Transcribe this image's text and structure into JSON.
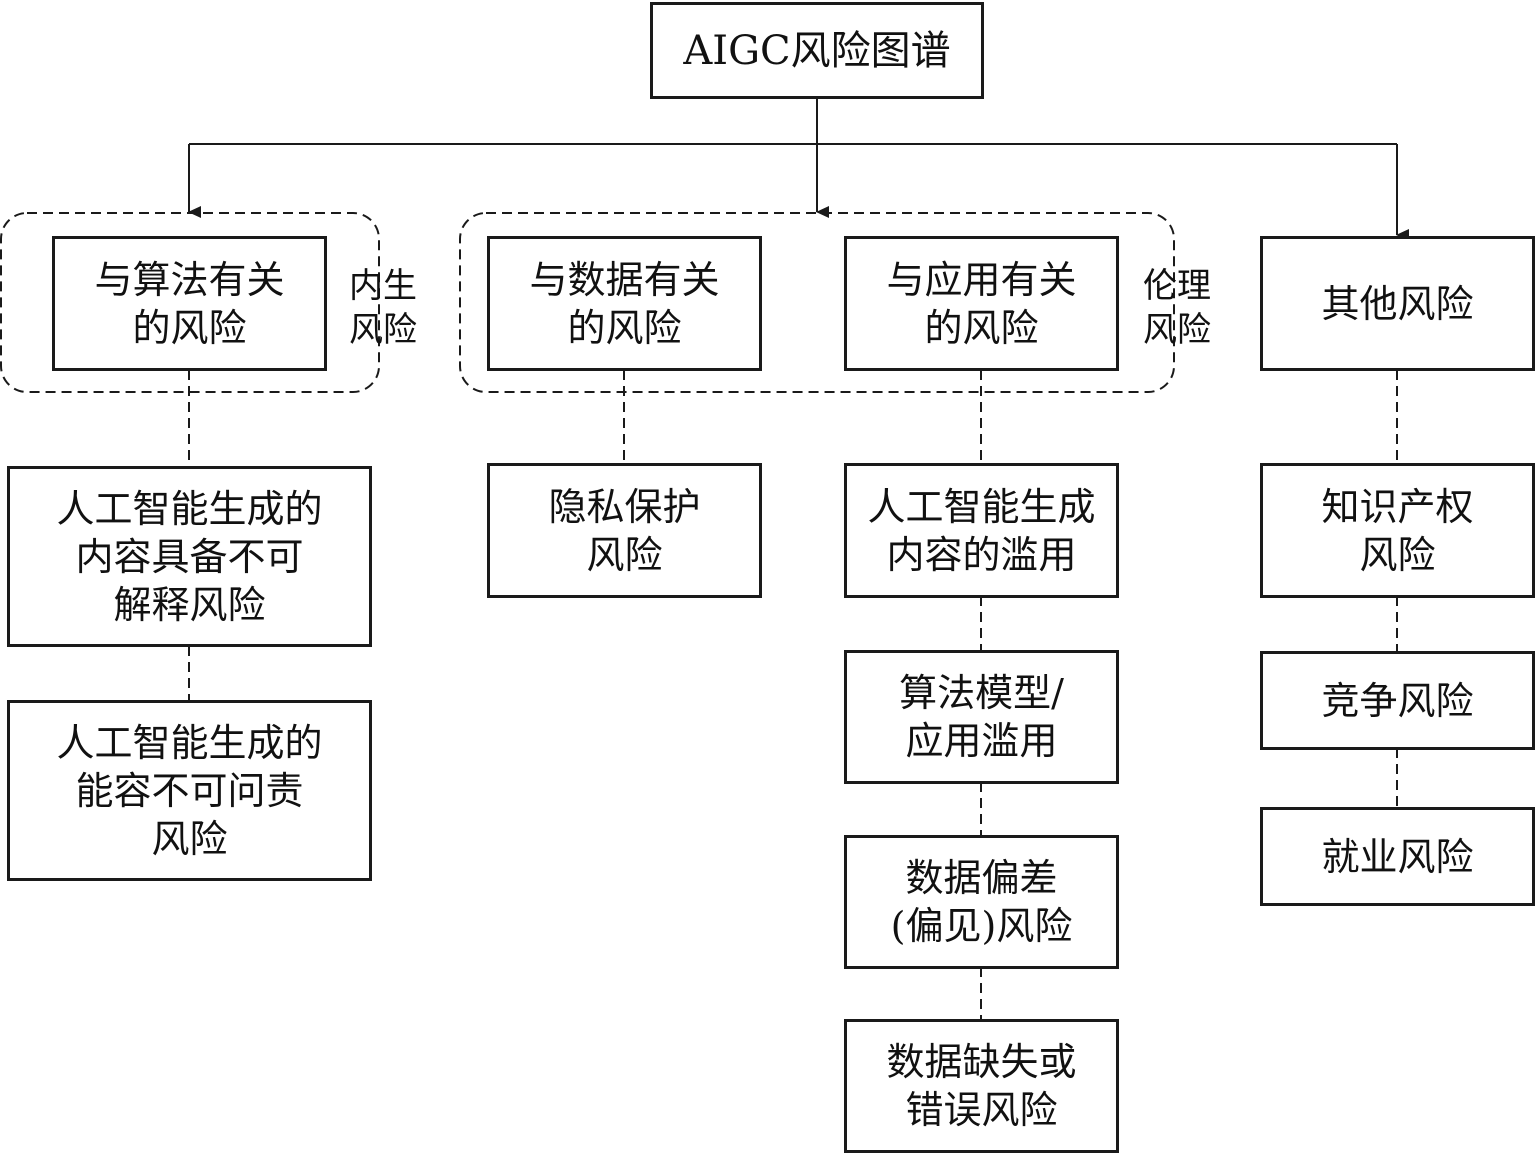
{
  "root": {
    "lines": [
      "AIGC风险图谱"
    ]
  },
  "groups": {
    "intrinsic": {
      "lines": [
        "内生",
        "风险"
      ]
    },
    "ethical": {
      "lines": [
        "伦理",
        "风险"
      ]
    }
  },
  "categories": {
    "algorithm": {
      "lines": [
        "与算法有关",
        "的风险"
      ]
    },
    "data": {
      "lines": [
        "与数据有关",
        "的风险"
      ]
    },
    "application": {
      "lines": [
        "与应用有关",
        "的风险"
      ]
    },
    "other": {
      "lines": [
        "其他风险"
      ]
    }
  },
  "leaves": {
    "algorithm": [
      {
        "lines": [
          "人工智能生成的",
          "内容具备不可",
          "解释风险"
        ]
      },
      {
        "lines": [
          "人工智能生成的",
          "能容不可问责",
          "风险"
        ]
      }
    ],
    "data": [
      {
        "lines": [
          "隐私保护",
          "风险"
        ]
      }
    ],
    "application": [
      {
        "lines": [
          "人工智能生成",
          "内容的滥用"
        ]
      },
      {
        "lines": [
          "算法模型/",
          "应用滥用"
        ]
      },
      {
        "lines": [
          "数据偏差",
          "(偏见)风险"
        ]
      },
      {
        "lines": [
          "数据缺失或",
          "错误风险"
        ]
      }
    ],
    "other": [
      {
        "lines": [
          "知识产权",
          "风险"
        ]
      },
      {
        "lines": [
          "竞争风险"
        ]
      },
      {
        "lines": [
          "就业风险"
        ]
      }
    ]
  }
}
